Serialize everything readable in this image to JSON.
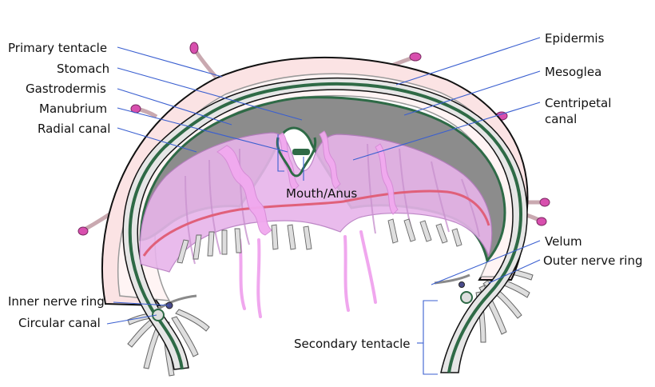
{
  "labels": {
    "primary_tentacle": "Primary tentacle",
    "stomach": "Stomach",
    "gastrodermis": "Gastrodermis",
    "manubrium": "Manubrium",
    "radial_canal": "Radial canal",
    "epidermis": "Epidermis",
    "mesoglea": "Mesoglea",
    "centripetal_canal_1": "Centripetal",
    "centripetal_canal_2": "canal",
    "mouth_anus": "Mouth/Anus",
    "velum": "Velum",
    "outer_nerve_ring": "Outer nerve ring",
    "inner_nerve_ring": "Inner nerve ring",
    "circular_canal": "Circular canal",
    "secondary_tentacle": "Secondary tentacle"
  },
  "colors": {
    "epidermis": "#fbe3e4",
    "mesoglea": "#fff3f3",
    "gastrodermis": "#2e6a46",
    "stomach": "#8c8c8c",
    "gonad_tissue": "#e7b4ea",
    "gonad_frill": "#f1a9ef",
    "circular_line": "#e0607a",
    "tentacle_tip": "#d84fae",
    "tentacle_fill": "#dedede",
    "leader": "#3a5fd0"
  }
}
